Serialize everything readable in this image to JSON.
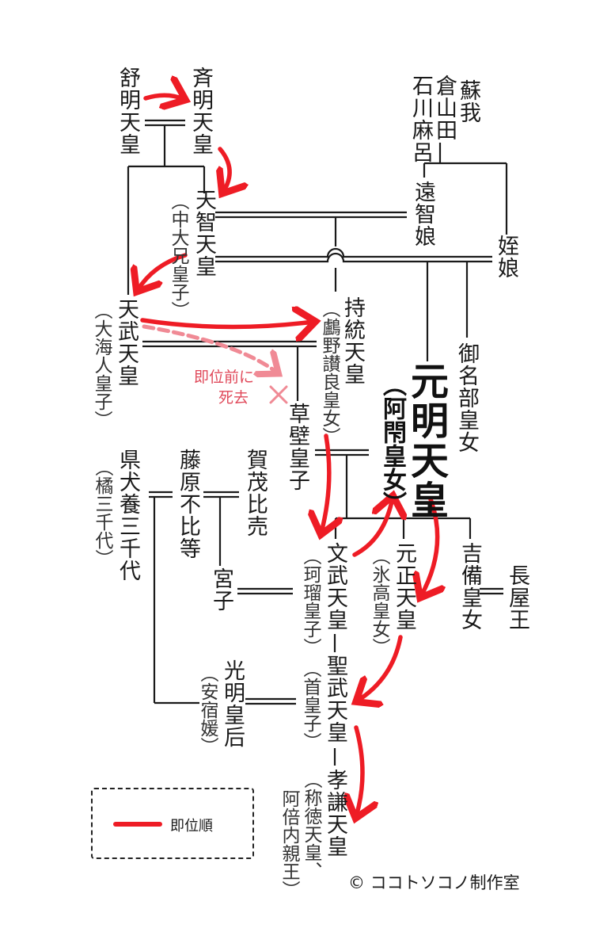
{
  "people": {
    "jomei": {
      "name": "舒明天皇"
    },
    "saimei": {
      "name": "斉明天皇"
    },
    "soga": {
      "name_1": "蘇我",
      "name_2": "倉山田",
      "name_3": "石川麻呂"
    },
    "ochi": {
      "name": "遠智娘"
    },
    "mei": {
      "name": "姪娘"
    },
    "tenji": {
      "name": "天智天皇",
      "alias": "（中大兄皇子）"
    },
    "tenmu": {
      "name": "天武天皇",
      "alias": "（大海人皇子）"
    },
    "jito": {
      "name": "持統天皇",
      "alias": "（鸕野讃良皇女）"
    },
    "mina": {
      "name": "御名部皇女"
    },
    "genmei": {
      "name": "元明天皇",
      "alias": "（阿閇皇女）"
    },
    "kusakabe": {
      "name": "草壁皇子"
    },
    "agata": {
      "name": "県犬養三千代",
      "alias": "（橘三千代）"
    },
    "fuhito": {
      "name": "藤原不比等"
    },
    "kamo": {
      "name": "賀茂比売"
    },
    "miyako": {
      "name": "宮子"
    },
    "monmu": {
      "name": "文武天皇",
      "alias": "（珂瑠皇子）"
    },
    "gensho": {
      "name": "元正天皇",
      "alias": "（氷高皇女）"
    },
    "kibi": {
      "name": "吉備皇女"
    },
    "nagaya": {
      "name": "長屋王"
    },
    "komyo": {
      "name": "光明皇后",
      "alias": "（安宿媛）"
    },
    "shomu": {
      "name": "聖武天皇",
      "alias": "（首皇子）"
    },
    "koken": {
      "name": "孝謙天皇",
      "alias_1": "（称徳天皇、",
      "alias_2": "阿倍内親王）"
    }
  },
  "note": {
    "line1": "即位前に",
    "line2": "死去"
  },
  "legend": {
    "label": "即位順"
  },
  "credit": "© ココトソコノ制作室",
  "colors": {
    "succession_arrow": "#ee1c25",
    "note_text": "#e0495a",
    "note_arrow": "#f08a95",
    "lines": "#1a1a1a"
  }
}
